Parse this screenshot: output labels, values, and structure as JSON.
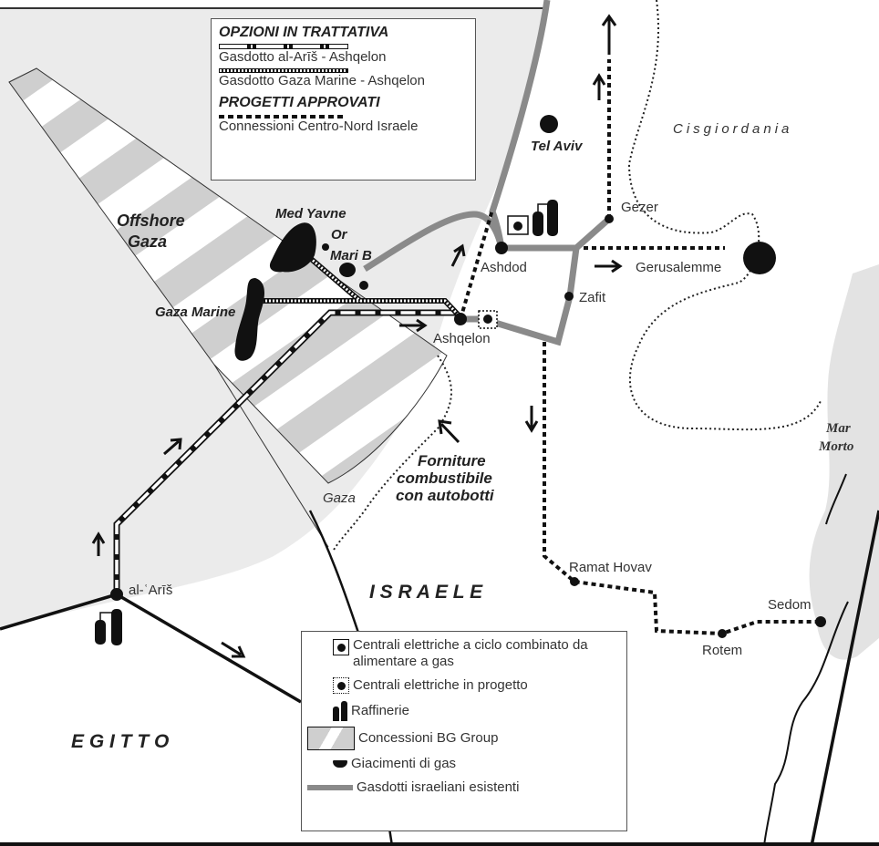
{
  "legend_top": {
    "section1_title": "OPZIONI IN TRATTATIVA",
    "items1": [
      "Gasdotto al-Arīš - Ashqelon",
      "Gasdotto Gaza Marine - Ashqelon"
    ],
    "section2_title": "PROGETTI APPROVATI",
    "items2": [
      "Connessioni Centro-Nord Israele"
    ]
  },
  "legend_bottom": {
    "items": [
      {
        "icon": "combined-cycle-plant-icon",
        "label": "Centrali elettriche a ciclo combinato da alimentare a gas"
      },
      {
        "icon": "planned-plant-icon",
        "label": "Centrali elettriche in progetto"
      },
      {
        "icon": "refinery-icon",
        "label": "Raffinerie"
      },
      {
        "icon": "concession-icon",
        "label": "Concessioni BG Group"
      },
      {
        "icon": "gas-field-icon",
        "label": "Giacimenti di gas"
      },
      {
        "icon": "existing-pipeline-icon",
        "label": "Gasdotti israeliani esistenti"
      }
    ]
  },
  "places": {
    "tel_aviv": "Tel Aviv",
    "cisgiordania": "Cisgiordania",
    "gezer": "Gezer",
    "gerusalemme": "Gerusalemme",
    "ashdod": "Ashdod",
    "zafit": "Zafit",
    "ashqelon": "Ashqelon",
    "offshore_gaza": [
      "Offshore",
      "Gaza"
    ],
    "med_yavne": "Med Yavne",
    "or": "Or",
    "mari_b": "Mari B",
    "gaza_marine": "Gaza Marine",
    "forniture": [
      "Forniture",
      "combustibile",
      "con autobotti"
    ],
    "gaza": "Gaza",
    "mar_morto": [
      "Mar",
      "Morto"
    ],
    "al_aris": "al-ʿArīš",
    "israele": "I S R A E L E",
    "ramat_hovav": "Ramat Hovav",
    "sedom": "Sedom",
    "rotem": "Rotem",
    "egitto": "E G I T T O"
  },
  "colors": {
    "sea": "#ebebeb",
    "pipeline_existing": "#8a8a8a",
    "ink": "#111111",
    "stripe": "#cfcfcf"
  }
}
